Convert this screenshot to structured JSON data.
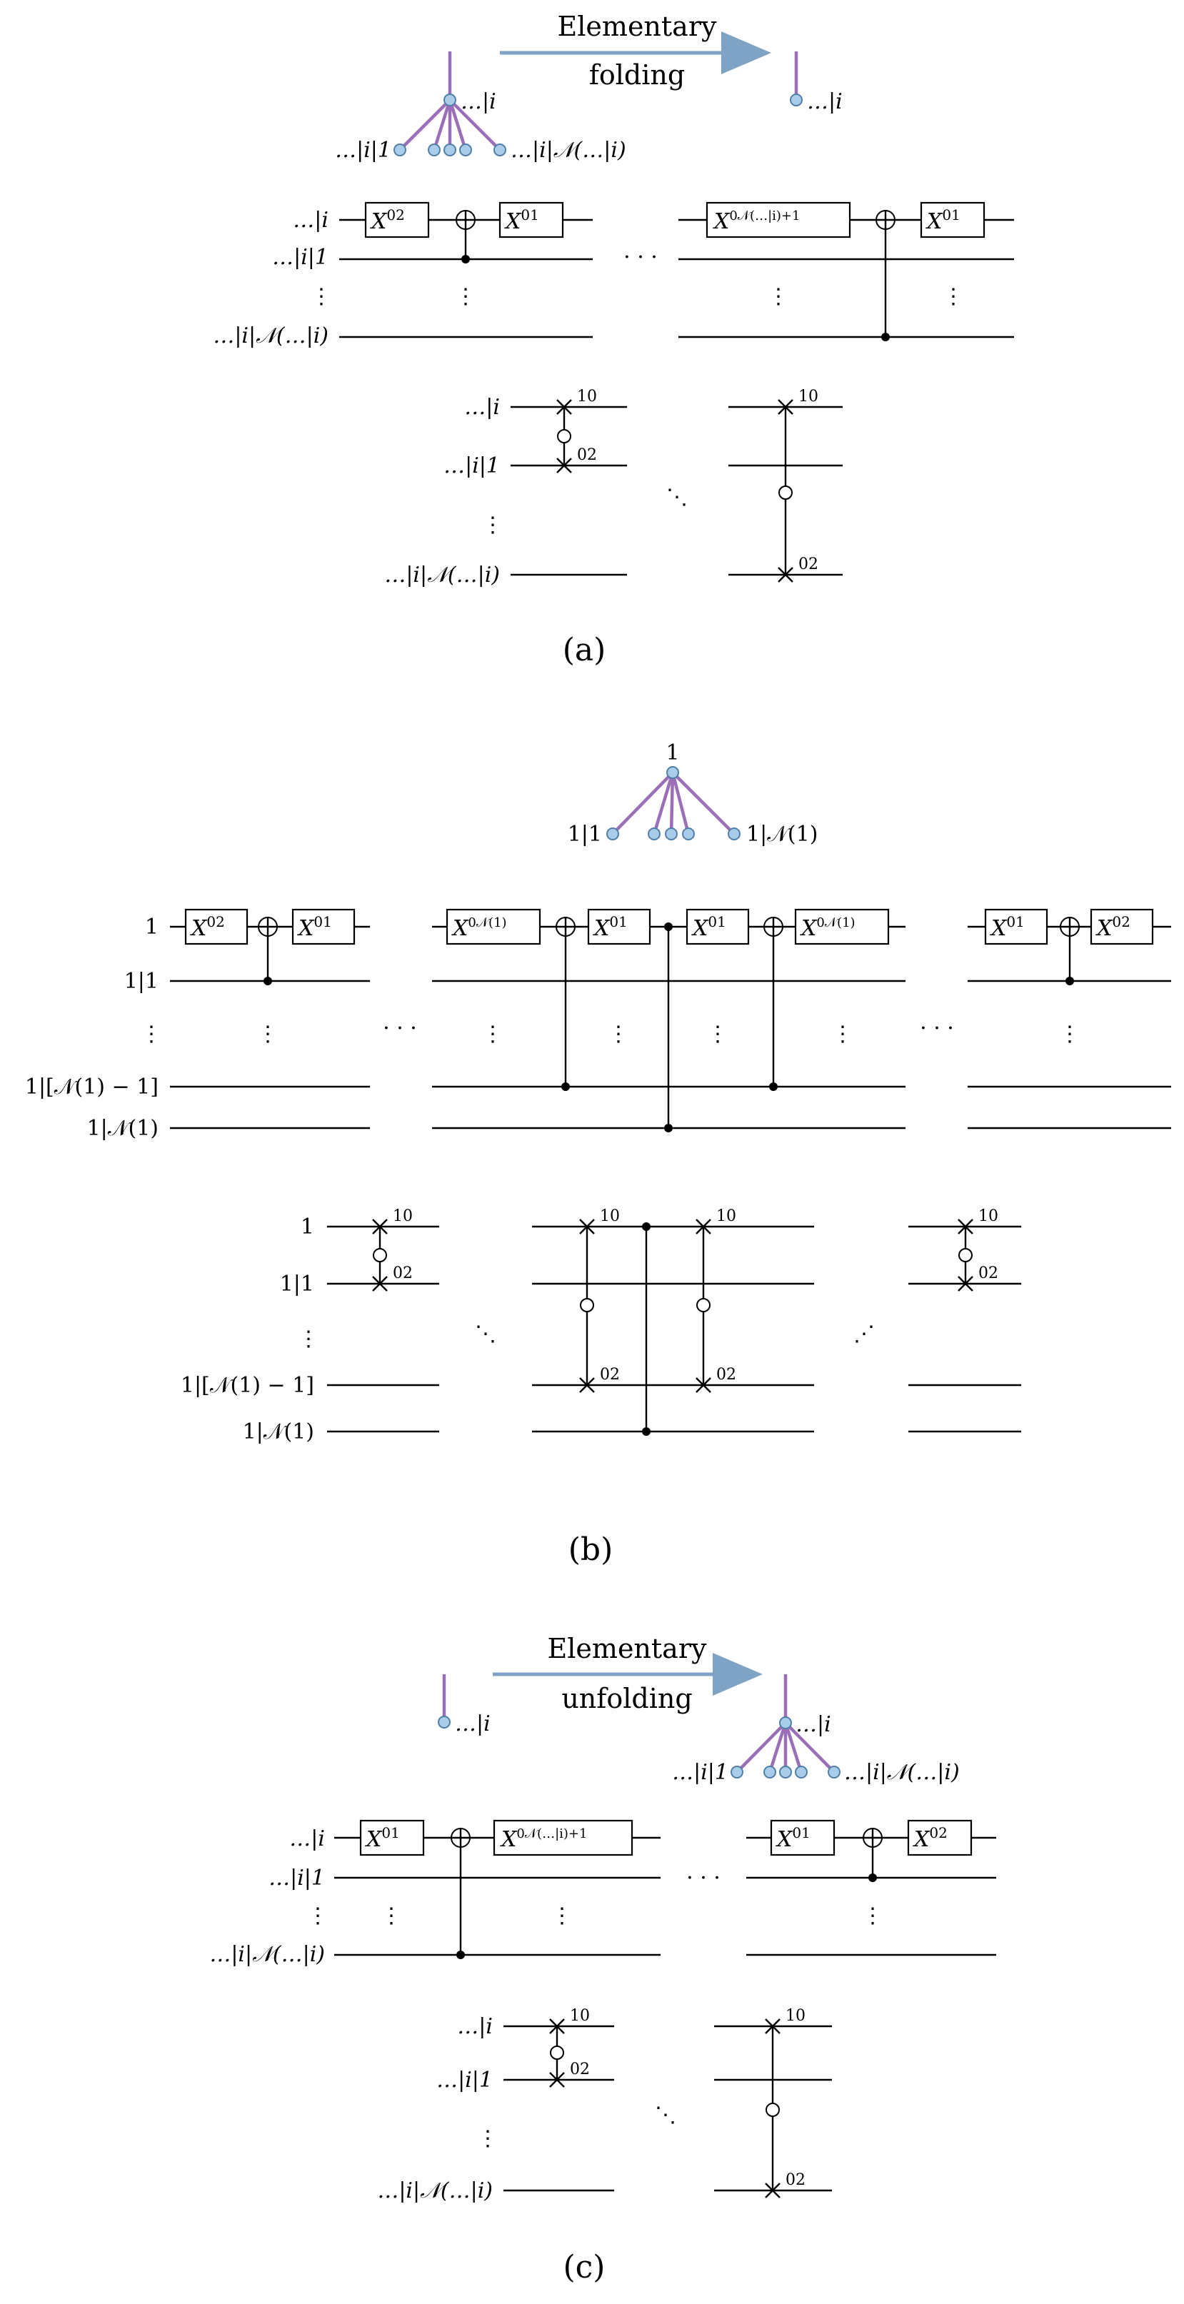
{
  "panel_a": {
    "caption": "(a)",
    "arrow_text": [
      "Elementary",
      "folding"
    ],
    "tree": {
      "root": "…|i",
      "left_child": "…|i|1",
      "right_child": "…|i|𝒩(…|i)",
      "folded": "…|i"
    },
    "circuit_wires": [
      "…|i",
      "…|i|1",
      "⋮",
      "…|i|𝒩(…|i)"
    ],
    "gates": {
      "g1": "X",
      "g1_sup": "02",
      "g2": "X",
      "g2_sup": "01",
      "g3": "X",
      "g3_sup": "0𝒩(…|i)+1",
      "g4": "X",
      "g4_sup": "01"
    },
    "swap_wires": [
      "…|i",
      "…|i|1",
      "⋮",
      "…|i|𝒩(…|i)"
    ],
    "swap_labels": {
      "top": "10",
      "bottom": "02"
    }
  },
  "panel_b": {
    "caption": "(b)",
    "tree": {
      "root": "1",
      "left_child": "1|1",
      "right_child": "1|𝒩(1)"
    },
    "circuit_wires": [
      "1",
      "1|1",
      "⋮",
      "1|[𝒩(1) − 1]",
      "1|𝒩(1)"
    ],
    "gates": {
      "g1": "X",
      "g1_sup": "02",
      "g2": "X",
      "g2_sup": "01",
      "g3": "X",
      "g3_sup": "0𝒩(1)",
      "g4": "X",
      "g4_sup": "01",
      "g5": "X",
      "g5_sup": "01",
      "g6": "X",
      "g6_sup": "0𝒩(1)",
      "g7": "X",
      "g7_sup": "01",
      "g8": "X",
      "g8_sup": "02"
    },
    "swap_wires": [
      "1",
      "1|1",
      "⋮",
      "1|[𝒩(1) − 1]",
      "1|𝒩(1)"
    ],
    "swap_labels": {
      "top": "10",
      "bottom": "02"
    }
  },
  "panel_c": {
    "caption": "(c)",
    "arrow_text": [
      "Elementary",
      "unfolding"
    ],
    "tree": {
      "start": "…|i",
      "root": "…|i",
      "left_child": "…|i|1",
      "right_child": "…|i|𝒩(…|i)"
    },
    "circuit_wires": [
      "…|i",
      "…|i|1",
      "⋮",
      "…|i|𝒩(…|i)"
    ],
    "gates": {
      "g1": "X",
      "g1_sup": "01",
      "g2": "X",
      "g2_sup": "0𝒩(…|i)+1",
      "g3": "X",
      "g3_sup": "01",
      "g4": "X",
      "g4_sup": "02"
    },
    "swap_wires": [
      "…|i",
      "…|i|1",
      "⋮",
      "…|i|𝒩(…|i)"
    ],
    "swap_labels": {
      "top": "10",
      "bottom": "02"
    }
  },
  "symbols": {
    "hdots": "· · ·",
    "vdots": "⋮",
    "ddots_down": "⋱",
    "ddots_up": "⋰",
    "cross_glyph": "⊕"
  },
  "colors": {
    "tree": "#9b6fb8",
    "node_fill": "#a9cde8",
    "node_stroke": "#4f7fa8",
    "arrow": "#7ea3c4"
  }
}
